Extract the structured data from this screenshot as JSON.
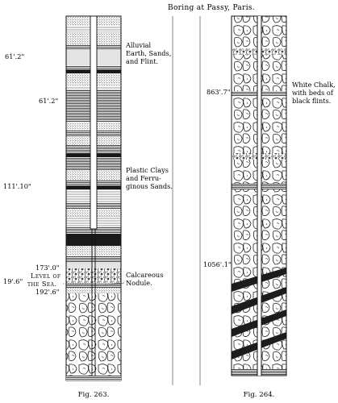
{
  "title": "Boring at Passy, Paris.",
  "fig263": {
    "caption": "Fig. 263.",
    "depth_left_1": "61'.2\"",
    "depth_inner_1": "61'.2\"",
    "depth_left_2": "111'.10\"",
    "depth_left_3": "19'.6\"",
    "depth_inner_2": "173'.0\"",
    "sea_level_1": "Level of",
    "sea_level_2": "the Sea.",
    "depth_inner_3": "192'.6\"",
    "labels": {
      "alluvial_1": "Alluvial",
      "alluvial_2": "Earth, Sands,",
      "alluvial_3": "and Flint.",
      "plastic_1": "Plastic Clays",
      "plastic_2": "and Ferru-",
      "plastic_3": "ginous Sands.",
      "nodule_1": "Calcareous",
      "nodule_2": "Nodule."
    }
  },
  "fig264": {
    "caption": "Fig. 264.",
    "depth_1": "863'.7\"",
    "depth_2": "1056'.1\"",
    "chalk_1": "White Chalk,",
    "chalk_2": "with beds of",
    "chalk_3": "black flints."
  }
}
